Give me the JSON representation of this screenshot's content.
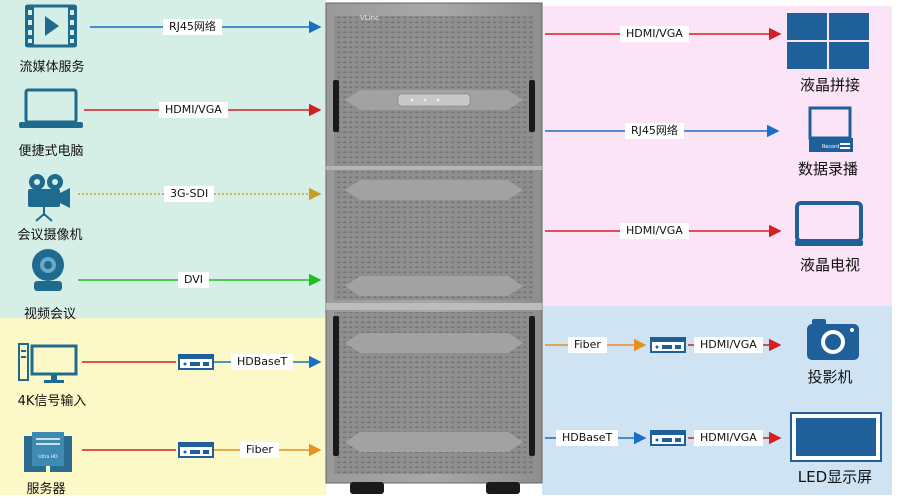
{
  "sources": {
    "streaming": "流媒体服务",
    "laptop": "便捷式电脑",
    "camera": "会议摄像机",
    "videoconf": "视频会议",
    "input4k": "4K信号输入",
    "server": "服务器"
  },
  "outputs": {
    "lcd_splice": "液晶拼接",
    "recording": "数据录播",
    "lcd_tv": "液晶电视",
    "projector": "投影机",
    "led": "LED显示屏"
  },
  "links": {
    "rj45_in": "RJ45网络",
    "hdmi_vga_in": "HDMI/VGA",
    "sdi_in": "3G-SDI",
    "dvi_in": "DVI",
    "hdbaset_in": "HDBaseT",
    "fiber_in": "Fiber",
    "hdmi_vga_out1": "HDMI/VGA",
    "rj45_out": "RJ45网络",
    "hdmi_vga_out2": "HDMI/VGA",
    "fiber_out": "Fiber",
    "hdmi_vga_out3": "HDMI/VGA",
    "hdbaset_out": "HDBaseT",
    "hdmi_vga_out4": "HDMI/VGA"
  },
  "device": {
    "brand": "VLinc"
  },
  "icons": {
    "record_text": "Record",
    "server_text": "Ultra HD"
  },
  "colors": {
    "rj45": "#1a6fc4",
    "hdmi": "#d42020",
    "sdi": "#c8a020",
    "dvi": "#20c020",
    "hdbaset": "#2070c8",
    "fiber": "#e89020",
    "panel_green": "#d6efe6",
    "panel_yellow": "#fdf8c8",
    "panel_pink": "#fbe4f7",
    "panel_blue": "#cfe3f3"
  }
}
